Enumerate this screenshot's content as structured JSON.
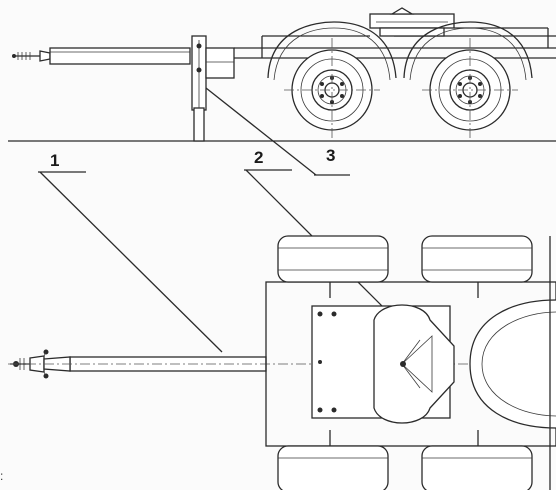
{
  "callouts": [
    {
      "label": "1"
    },
    {
      "label": "2"
    },
    {
      "label": "3"
    }
  ],
  "stray_mark": ":"
}
